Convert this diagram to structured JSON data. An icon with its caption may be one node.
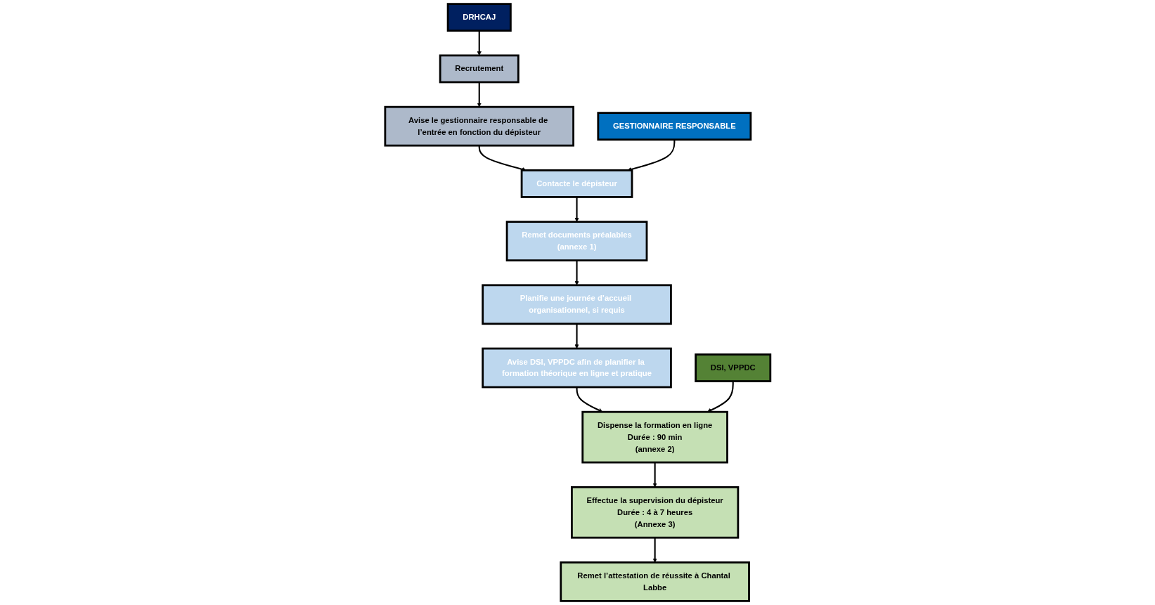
{
  "diagram": {
    "nodes": [
      {
        "text": [
          "DRHCAJ"
        ]
      },
      {
        "text": [
          "Recrutement"
        ]
      },
      {
        "text": [
          "Avise le gestionnaire responsable de l’entrée en fonction du dépisteur"
        ]
      },
      {
        "text": [
          "GESTIONNAIRE RESPONSABLE"
        ]
      },
      {
        "text": [
          "Contacte le dépisteur"
        ]
      },
      {
        "text": [
          "Remet documents préalables",
          "(annexe 1)"
        ]
      },
      {
        "text": [
          "Planifie une journée d’accueil organisationnel, si requis"
        ]
      },
      {
        "text": [
          "Avise DSI, VPPDC afin de planifier la formation théorique en ligne et pratique"
        ]
      },
      {
        "text": [
          "DSI, VPPDC"
        ]
      },
      {
        "text": [
          "Dispense la formation en ligne",
          "Durée : 90 min",
          "(annexe 2)"
        ]
      },
      {
        "text": [
          "Effectue la supervision du dépisteur",
          "Durée : 4 à 7 heures",
          "(Annexe 3)"
        ]
      },
      {
        "text": [
          "Remet l’attestation de réussite à Chantal Labbe"
        ]
      }
    ],
    "edges": [
      {
        "from": 0,
        "to": 1,
        "arrow": "to"
      },
      {
        "from": 1,
        "to": 2,
        "arrow": "to"
      },
      {
        "from": 2,
        "to": 4,
        "arrow": "to"
      },
      {
        "from": 3,
        "to": 4,
        "arrow": "to"
      },
      {
        "from": 4,
        "to": 5,
        "arrow": "to"
      },
      {
        "from": 5,
        "to": 6,
        "arrow": "to"
      },
      {
        "from": 6,
        "to": 7,
        "arrow": "to"
      },
      {
        "from": 7,
        "to": 9,
        "arrow": "to"
      },
      {
        "from": 8,
        "to": 9,
        "arrow": "to"
      },
      {
        "from": 9,
        "to": 10,
        "arrow": "to"
      },
      {
        "from": 10,
        "to": 11,
        "arrow": "to"
      }
    ]
  }
}
